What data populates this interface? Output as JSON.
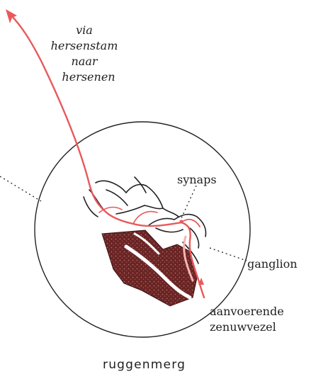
{
  "labels": {
    "via_lines": [
      "via",
      "hersenstam",
      "naar",
      "hersenen"
    ],
    "synaps": "synaps",
    "ganglion": "ganglion",
    "aanvoerende_lines": [
      "aanvoerende",
      "zenuwvezel"
    ],
    "caption": "ruggenmerg"
  },
  "colors": {
    "nerve": "#e8595b",
    "nerve_light": "#f5b4b2",
    "tissue": "#5a1e1e",
    "outline": "#222222",
    "background": "#ffffff"
  }
}
